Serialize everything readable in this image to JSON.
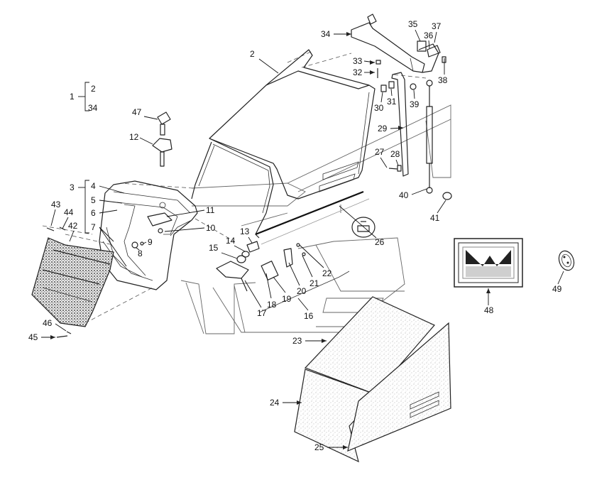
{
  "callouts": {
    "c1": "1",
    "c2a": "2",
    "c34a": "34",
    "c2": "2",
    "c3": "3",
    "c4": "4",
    "c5": "5",
    "c6": "6",
    "c7": "7",
    "c8": "8",
    "c9": "9",
    "c10": "10",
    "c11": "11",
    "c12": "12",
    "c13": "13",
    "c14": "14",
    "c15": "15",
    "c16": "16",
    "c17": "17",
    "c18": "18",
    "c19": "19",
    "c20": "20",
    "c21": "21",
    "c22": "22",
    "c23": "23",
    "c24": "24",
    "c25": "25",
    "c26": "26",
    "c27": "27",
    "c28": "28",
    "c29": "29",
    "c30": "30",
    "c31": "31",
    "c32": "32",
    "c33": "33",
    "c34": "34",
    "c35": "35",
    "c36": "36",
    "c37": "37",
    "c38": "38",
    "c39": "39",
    "c40": "40",
    "c41": "41",
    "c42": "42",
    "c43": "43",
    "c44": "44",
    "c45": "45",
    "c46": "46",
    "c47": "47",
    "c48": "48",
    "c49": "49"
  }
}
